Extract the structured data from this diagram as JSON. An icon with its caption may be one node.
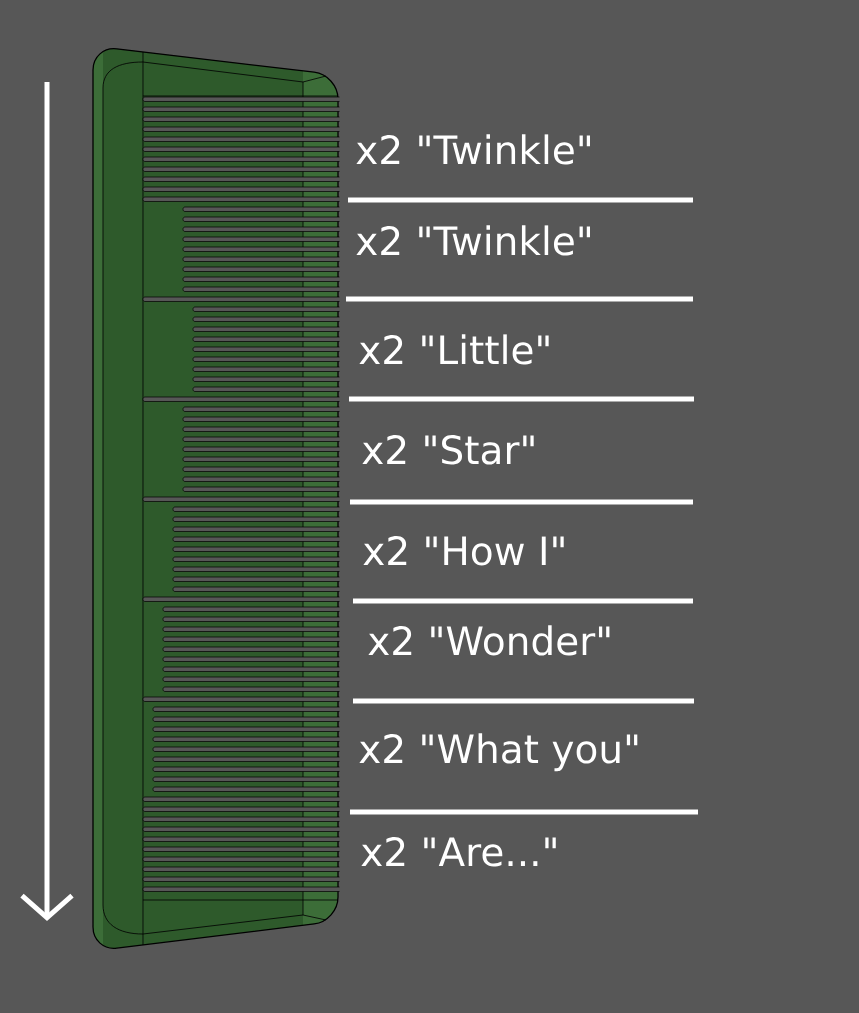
{
  "diagram": {
    "labels": [
      "x2 \"Twinkle\"",
      "x2 \"Twinkle\"",
      "x2 \"Little\"",
      "x2 \"Star\"",
      "x2 \"How I\"",
      "x2 \"Wonder\"",
      "x2 \"What you\"",
      "x2 \"Are...\""
    ]
  }
}
